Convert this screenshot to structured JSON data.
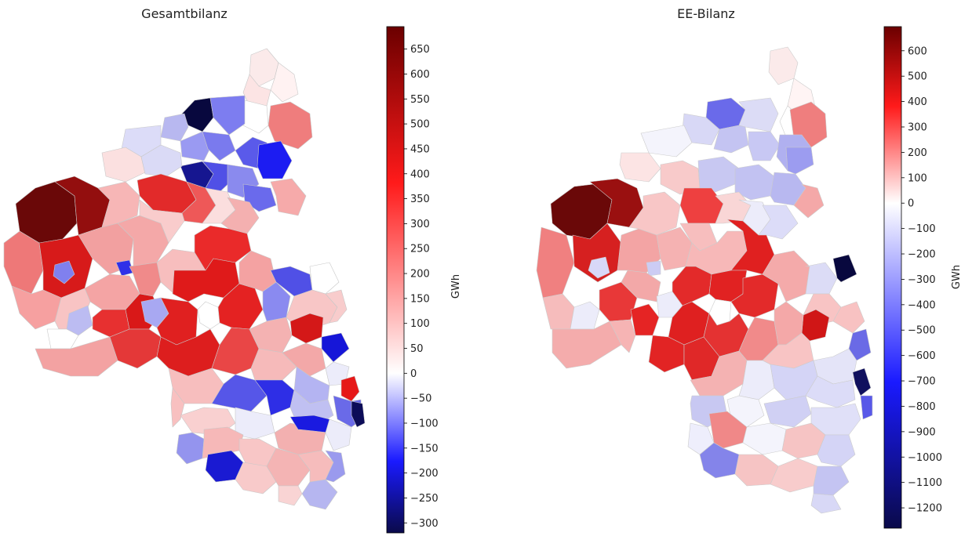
{
  "maps": [
    {
      "title": "Gesamtbilanz",
      "unit": "GWh",
      "colorbar": {
        "min": -320,
        "max": 695,
        "ticks": [
          "650",
          "600",
          "550",
          "500",
          "450",
          "400",
          "350",
          "300",
          "250",
          "200",
          "150",
          "100",
          "50",
          "0",
          "−50",
          "−100",
          "−150",
          "−200",
          "−250",
          "−300"
        ],
        "tick_values": [
          650,
          600,
          550,
          500,
          450,
          400,
          350,
          300,
          250,
          200,
          150,
          100,
          50,
          0,
          -50,
          -100,
          -150,
          -200,
          -250,
          -300
        ]
      },
      "colors": {
        "neg_max": "#0a0a4a",
        "neg_mid": "#1a1aff",
        "zero": "#ffffff",
        "pos_mid": "#ff1a1a",
        "pos_max": "#6b0000"
      }
    },
    {
      "title": "EE-Bilanz",
      "unit": "GWh",
      "colorbar": {
        "min": -1280,
        "max": 695,
        "ticks": [
          "600",
          "500",
          "400",
          "300",
          "200",
          "100",
          "0",
          "−100",
          "−200",
          "−300",
          "−400",
          "−500",
          "−600",
          "−700",
          "−800",
          "−900",
          "−1000",
          "−1100",
          "−1200"
        ],
        "tick_values": [
          600,
          500,
          400,
          300,
          200,
          100,
          0,
          -100,
          -200,
          -300,
          -400,
          -500,
          -600,
          -700,
          -800,
          -900,
          -1000,
          -1100,
          -1200
        ]
      },
      "colors": {
        "neg_max": "#0a0a4a",
        "neg_mid": "#1a1aff",
        "zero": "#ffffff",
        "pos_mid": "#ff1a1a",
        "pos_max": "#6b0000"
      }
    }
  ]
}
